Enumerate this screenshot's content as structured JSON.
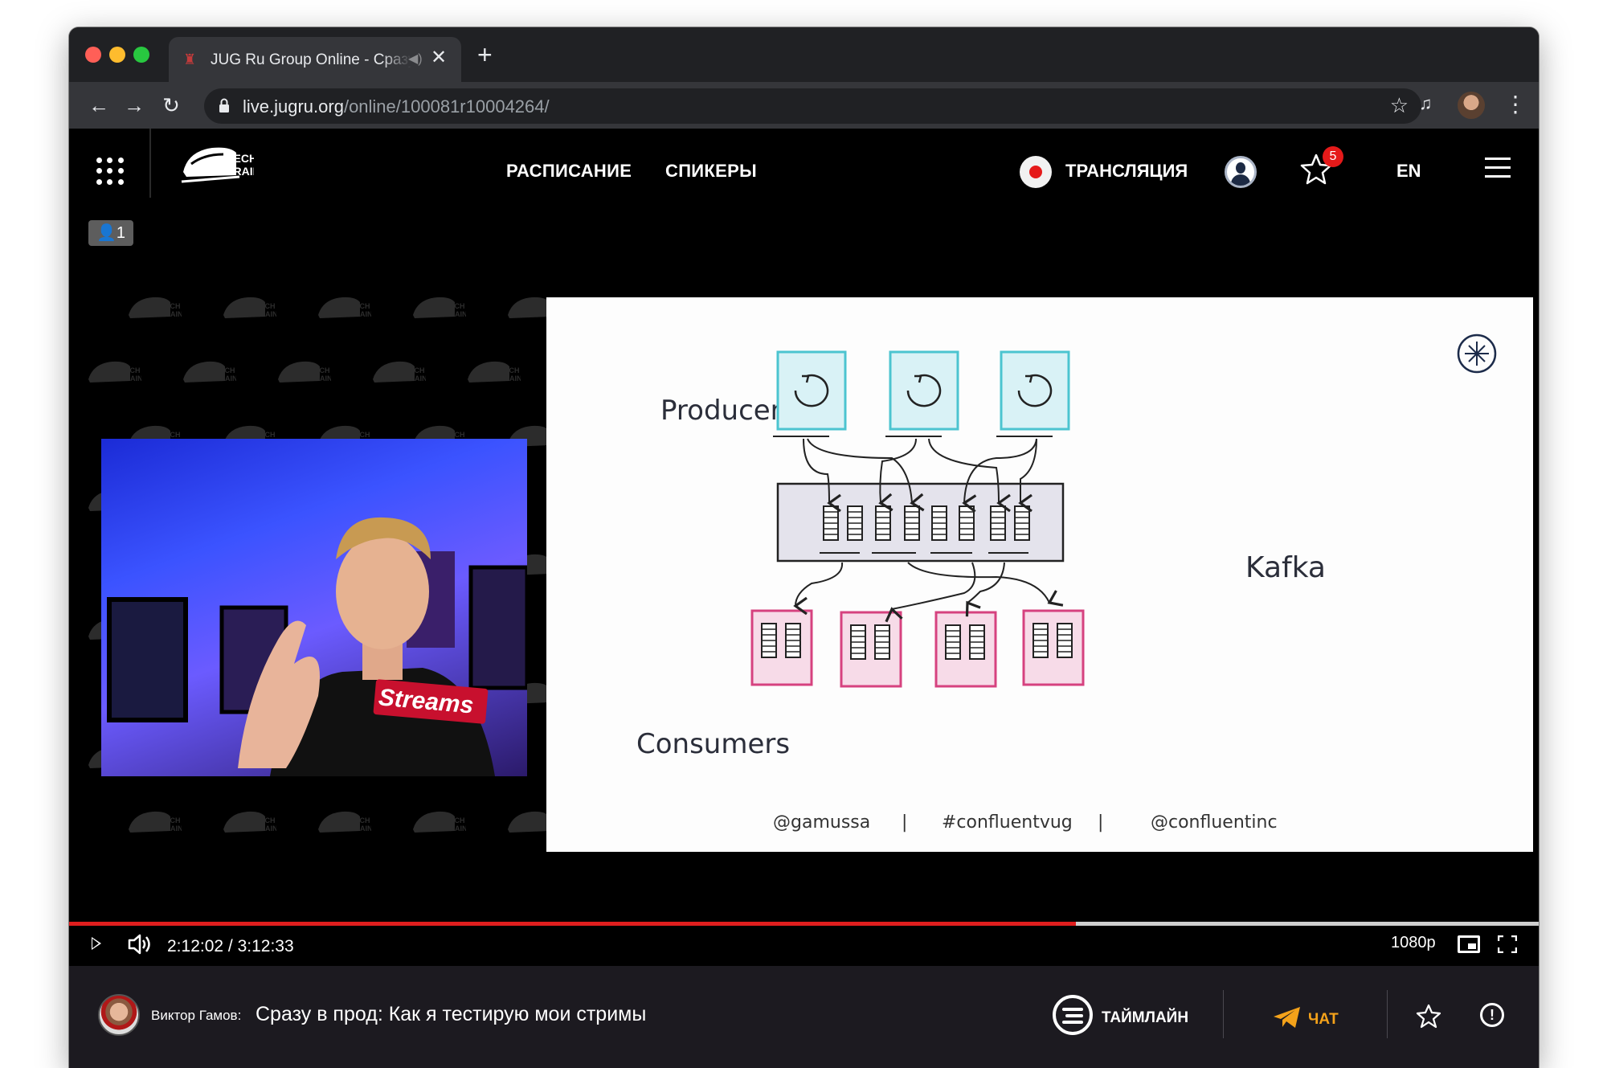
{
  "browser": {
    "tab_title": "JUG Ru Group Online - Сразу в прод: Как я тестирую мои стримы",
    "tab_close": "✕",
    "new_tab": "+",
    "url_host": "live.jugru.org",
    "url_path": "/online/100081r10004264/",
    "back": "←",
    "forward": "→",
    "reload": "↻",
    "bookmark": "☆",
    "media": "♫",
    "menu": "⋮"
  },
  "header": {
    "logo_text": "TECH TRAIN",
    "nav": [
      "РАСПИСАНИЕ",
      "СПИКЕРЫ"
    ],
    "live_label": "ТРАНСЛЯЦИЯ",
    "favorites_count": "5",
    "language": "EN",
    "viewers_count": "1"
  },
  "slide": {
    "producers_label": "Producers",
    "kafka_label": "Kafka",
    "consumers_label": "Consumers",
    "footer": [
      "@gamussa",
      "|",
      "#confluentvug",
      "|",
      "@confluentinc"
    ]
  },
  "webcam": {
    "shirt_text": "Streams"
  },
  "player": {
    "time": "2:12:02 / 3:12:33",
    "progress": 0.685,
    "quality": "1080p"
  },
  "bottom": {
    "speaker": "Виктор Гамов:",
    "title": "Сразу в прод: Как я тестирую мои стримы",
    "timeline_label": "ТАЙМЛАЙН",
    "chat_label": "ЧАТ",
    "info": "!"
  },
  "colors": {
    "accent_red": "#e01e1e",
    "chat_orange": "#f4a21a",
    "producer_fill": "#d9f2f6",
    "producer_stroke": "#4cc4d0",
    "consumer_fill": "#f7dbe8",
    "consumer_stroke": "#d6427f"
  }
}
